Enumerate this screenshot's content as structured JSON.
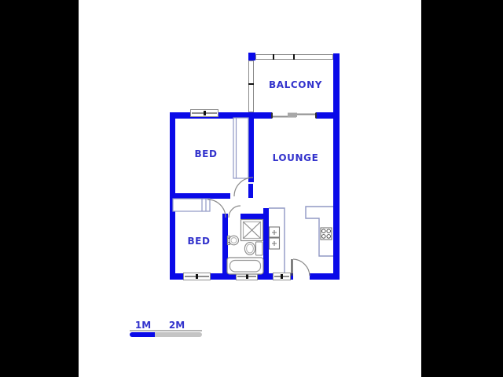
{
  "colors": {
    "wall": "#0a0ae8",
    "label": "#3333cc",
    "black_bar": "#000000",
    "fixture_outline": "#8a8a8a",
    "counter_line": "#9098c4"
  },
  "rooms": {
    "balcony": {
      "label": "BALCONY"
    },
    "bed_top": {
      "label": "BED"
    },
    "lounge": {
      "label": "LOUNGE"
    },
    "bed_bottom": {
      "label": "BED"
    }
  },
  "scale": {
    "m1": "1M",
    "m2": "2M"
  },
  "fixtures": [
    "balcony-railing",
    "sliding-door",
    "wardrobe",
    "cupboard",
    "shower",
    "basin",
    "toilet",
    "bathtub",
    "kitchen-sink",
    "stove",
    "kitchen-counter",
    "entry-door",
    "interior-doors",
    "windows"
  ]
}
